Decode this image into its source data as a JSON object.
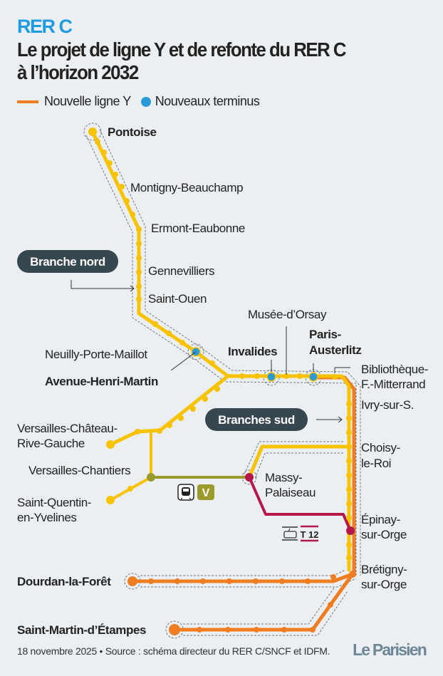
{
  "header": {
    "kicker": "RER C",
    "title_line1": "Le projet de ligne Y et de refonte du RER C",
    "title_line2": "à l’horizon 2032"
  },
  "legend": {
    "new_line": "Nouvelle ligne Y",
    "new_terminus": "Nouveaux terminus"
  },
  "branches": {
    "north": "Branche nord",
    "south": "Branches sud"
  },
  "stations": {
    "pontoise": "Pontoise",
    "montigny": "Montigny-Beauchamp",
    "ermont": "Ermont-Eaubonne",
    "gennevilliers": "Gennevilliers",
    "saint_ouen": "Saint-Ouen",
    "neuilly": "Neuilly-Porte-Maillot",
    "avenue_henri_martin": "Avenue-Henri-Martin",
    "invalides": "Invalides",
    "musee_orsay": "Musée-d’Orsay",
    "austerlitz_1": "Paris-",
    "austerlitz_2": "Austerlitz",
    "bibliotheque_1": "Bibliothèque-",
    "bibliotheque_2": "F.-Mitterrand",
    "ivry": "Ivry-sur-S.",
    "versailles_chateau_1": "Versailles-Château-",
    "versailles_chateau_2": "Rive-Gauche",
    "versailles_chantiers": "Versailles-Chantiers",
    "sqy_1": "Saint-Quentin-",
    "sqy_2": "en-Yvelines",
    "choisy_1": "Choisy-",
    "choisy_2": "le-Roi",
    "massy_1": "Massy-",
    "massy_2": "Palaiseau",
    "epinay_1": "Épinay-",
    "epinay_2": "sur-Orge",
    "bretigny_1": "Brétigny-",
    "bretigny_2": "sur-Orge",
    "dourdan": "Dourdan-la-Forêt",
    "saint_martin": "Saint-Martin-d’Étampes"
  },
  "badges": {
    "line_v": "V",
    "tram_t12": "T 12"
  },
  "colors": {
    "rer_c": "#f7c200",
    "ligne_y": "#ef7d22",
    "terminus": "#2a9ad8",
    "line_v": "#9c9a2c",
    "tram_t12": "#b5174b",
    "accent": "#1f9be0"
  },
  "footer": {
    "source": "18 novembre 2025 • Source : schéma directeur du RER C/SNCF et IDFM.",
    "logo": "Le Parisien"
  }
}
